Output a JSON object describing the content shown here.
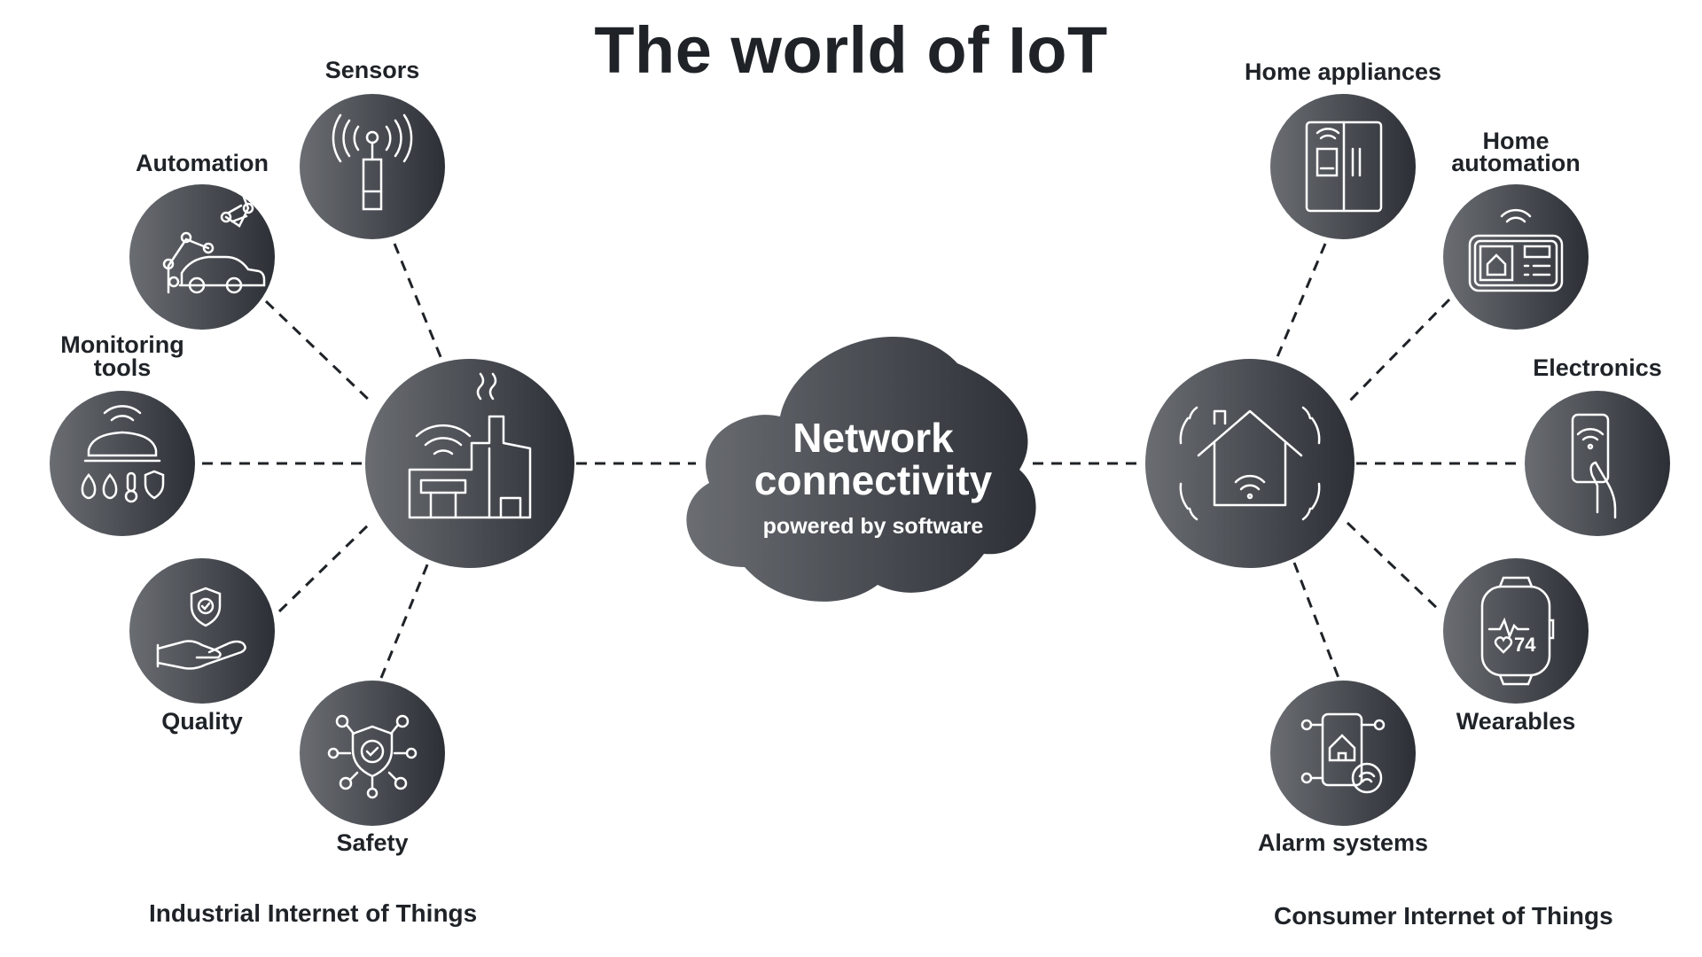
{
  "title": "The world of IoT",
  "cloud": {
    "title_line1": "Network",
    "title_line2": "connectivity",
    "subtitle": "powered by software"
  },
  "industrial": {
    "group_label": "Industrial Internet of Things",
    "nodes": {
      "sensors": "Sensors",
      "automation": "Automation",
      "monitoring_line1": "Monitoring",
      "monitoring_line2": "tools",
      "quality": "Quality",
      "safety": "Safety"
    }
  },
  "consumer": {
    "group_label": "Consumer Internet of Things",
    "nodes": {
      "home_appliances": "Home appliances",
      "home_automation_line1": "Home",
      "home_automation_line2": "automation",
      "electronics": "Electronics",
      "wearables": "Wearables",
      "alarm_systems": "Alarm systems"
    },
    "watch_reading": "74"
  },
  "colors": {
    "circle_dark": "#2c3036",
    "circle_light": "#6a6d72",
    "text": "#1f2328",
    "line": "#1f2328"
  }
}
